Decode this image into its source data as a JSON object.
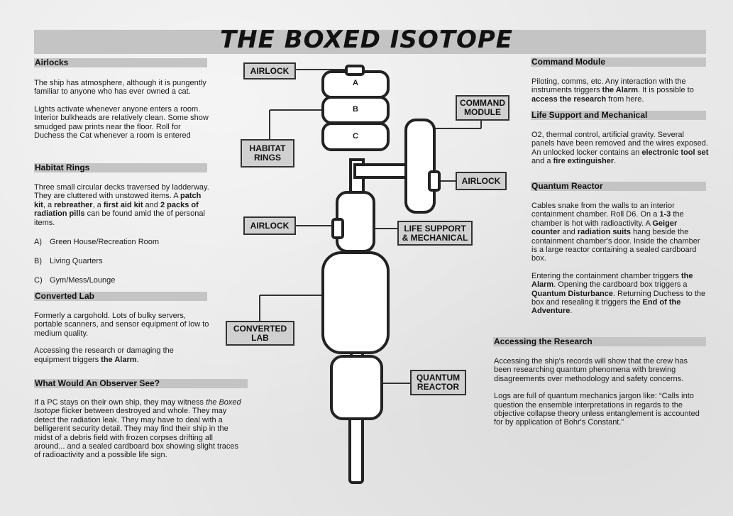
{
  "title": "THE BOXED ISOTOPE",
  "left": {
    "airlocks": {
      "heading": "Airlocks",
      "p1": "The ship has atmosphere, although it is pungently familiar to anyone who has ever owned a cat.",
      "p2": "Lights activate whenever anyone enters a room. Interior bulkheads are relatively clean. Some show smudged paw prints near the floor. Roll for Duchess the Cat whenever a room is entered"
    },
    "habitat": {
      "heading": "Habitat Rings",
      "p1_a": "Three small circular decks traversed by ladderway. They are cluttered with unstowed items. A ",
      "p1_b": "patch kit",
      "p1_c": ", a ",
      "p1_d": "rebreather",
      "p1_e": ", a ",
      "p1_f": "first aid kit",
      "p1_g": " and ",
      "p1_h": "2 packs of radiation pills",
      "p1_i": " can be found amid the of personal items.",
      "list": [
        {
          "letter": "A)",
          "text": "Green House/Recreation Room"
        },
        {
          "letter": "B)",
          "text": "Living Quarters"
        },
        {
          "letter": "C)",
          "text": "Gym/Mess/Lounge"
        }
      ]
    },
    "lab": {
      "heading": "Converted Lab",
      "p1": "Formerly a cargohold. Lots of bulky servers, portable scanners, and sensor equipment of low to medium quality.",
      "p2_a": "Accessing the research or damaging the equipment triggers ",
      "p2_b": "the Alarm",
      "p2_c": "."
    },
    "observer": {
      "heading": "What Would An Observer See?",
      "p1_a": "If a PC stays on their own ship, they may witness ",
      "p1_b": "the Boxed Isotope",
      "p1_c": " flicker between destroyed and whole. They may detect the radiation leak. They may have to deal with a belligerent security detail. They may find their ship in the midst of a debris field with frozen corpses drifting all around... and a sealed cardboard box showing slight traces of radioactivity and a possible life sign."
    }
  },
  "right": {
    "command": {
      "heading": "Command Module",
      "p1_a": "Piloting, comms, etc. Any interaction with the instruments triggers ",
      "p1_b": "the Alarm",
      "p1_c": ". It is possible to ",
      "p1_d": "access the research",
      "p1_e": " from here."
    },
    "life": {
      "heading": "Life Support and Mechanical",
      "p1_a": "O2, thermal control, artificial gravity. Several panels have been removed and the wires exposed. An unlocked locker contains an ",
      "p1_b": "electronic tool set",
      "p1_c": " and a ",
      "p1_d": "fire extinguisher",
      "p1_e": "."
    },
    "reactor": {
      "heading": "Quantum Reactor",
      "p1_a": "Cables snake from the walls to an interior containment chamber. Roll D6. On a ",
      "p1_b": "1-3",
      "p1_c": " the chamber is hot with radioactivity. A ",
      "p1_d": "Geiger counter",
      "p1_e": " and ",
      "p1_f": "radiation suits",
      "p1_g": " hang beside the containment chamber's door. Inside the chamber is a large reactor containing a sealed cardboard box.",
      "p2_a": "Entering the containment chamber triggers ",
      "p2_b": "the Alarm",
      "p2_c": ". Opening the cardboard box triggers a ",
      "p2_d": "Quantum Disturbance",
      "p2_e": ". Returning Duchess to the box and resealing it triggers the ",
      "p2_f": "End of the Adventure",
      "p2_g": "."
    },
    "research": {
      "heading": "Accessing the Research",
      "p1": "Accessing the ship's records will show that the crew has been researching quantum phenomena with brewing disagreements over methodology and safety concerns.",
      "p2": "Logs are full of quantum mechanics jargon like: “Calls into question the ensemble interpretations in regards to the objective collapse theory unless entanglement is accounted for by application of Bohr's Constant.”"
    }
  },
  "diagram": {
    "callouts": {
      "airlock_top": "AIRLOCK",
      "habitat": "HABITAT\nRINGS",
      "command": "COMMAND\nMODULE",
      "airlock_right": "AIRLOCK",
      "airlock_left": "AIRLOCK",
      "life": "LIFE SUPPORT\n& MECHANICAL",
      "lab": "CONVERTED\nLAB",
      "reactor": "QUANTUM\nREACTOR"
    },
    "rings": [
      "A",
      "B",
      "C"
    ]
  }
}
